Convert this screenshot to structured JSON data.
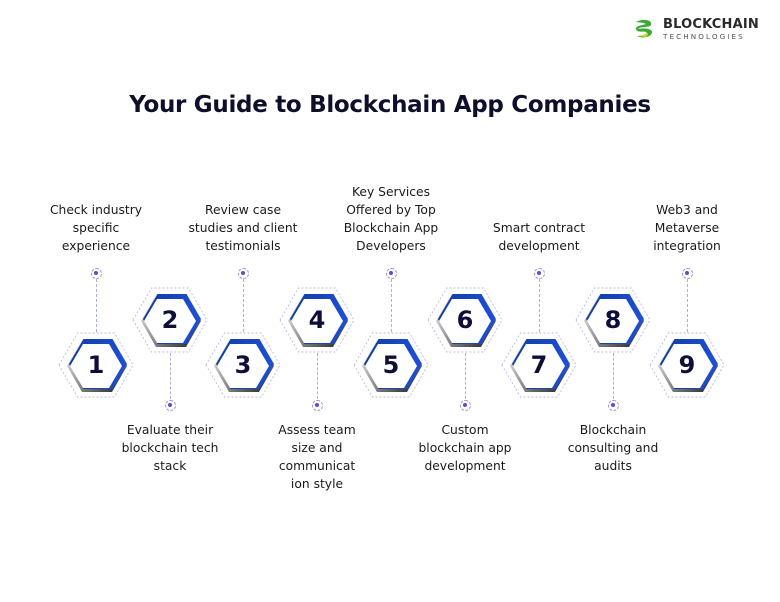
{
  "logo": {
    "name": "BLOCKCHAIN",
    "subtitle": "TECHNOLOGIES",
    "colors": {
      "green": "#3aa935",
      "yellow": "#c8d42a"
    }
  },
  "title": "Your Guide to Blockchain App Companies",
  "colors": {
    "hex_blue": "#1e4fd8",
    "hex_dark_blue": "#0f3c9e",
    "number": "#0d0f3a",
    "connector": "#a9aed6",
    "dot": "#5a4fcf"
  },
  "steps": [
    {
      "number": "1",
      "label": "Check industry specific experience",
      "lines": [
        "Check industry",
        "specific",
        "experience"
      ],
      "position": "above"
    },
    {
      "number": "2",
      "label": "Evaluate their blockchain tech stack",
      "lines": [
        "Evaluate their",
        "blockchain tech",
        "stack"
      ],
      "position": "below"
    },
    {
      "number": "3",
      "label": "Review case studies and client testimonials",
      "lines": [
        "Review case",
        "studies and client",
        "testimonials"
      ],
      "position": "above"
    },
    {
      "number": "4",
      "label": "Assess team size and communication style",
      "lines": [
        "Assess team",
        "size and",
        "communicat",
        "ion style"
      ],
      "position": "below"
    },
    {
      "number": "5",
      "label": "Key Services Offered by Top Blockchain App Developers",
      "lines": [
        "Key Services",
        "Offered by Top",
        "Blockchain App",
        "Developers"
      ],
      "position": "above"
    },
    {
      "number": "6",
      "label": "Custom blockchain app development",
      "lines": [
        "Custom",
        "blockchain app",
        "development"
      ],
      "position": "below"
    },
    {
      "number": "7",
      "label": "Smart contract development",
      "lines": [
        "Smart contract",
        "development"
      ],
      "position": "above"
    },
    {
      "number": "8",
      "label": "Blockchain consulting and audits",
      "lines": [
        "Blockchain",
        "consulting and",
        "audits"
      ],
      "position": "below"
    },
    {
      "number": "9",
      "label": "Web3 and Metaverse integration",
      "lines": [
        "Web3 and",
        "Metaverse",
        "integration"
      ],
      "position": "above"
    }
  ]
}
